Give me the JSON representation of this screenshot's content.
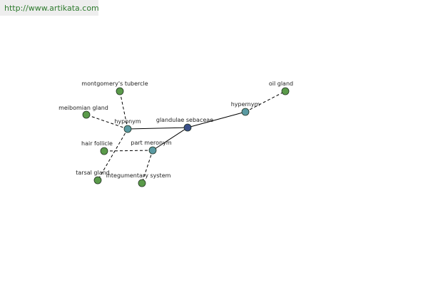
{
  "header": {
    "url": "http://www.artikata.com"
  },
  "colors": {
    "leaf": "#5a9a4a",
    "relation": "#5a9aa2",
    "center": "#3a4f8a",
    "stroke": "#223322",
    "edge": "#000000"
  },
  "nodes": {
    "center": {
      "label": "glandulae sebaceae",
      "kind": "center"
    },
    "hypernym": {
      "label": "hypernym",
      "kind": "relation"
    },
    "hyponym": {
      "label": "hyponym",
      "kind": "relation"
    },
    "part_meronym": {
      "label": "part meronym",
      "kind": "relation"
    },
    "oil_gland": {
      "label": "oil gland",
      "kind": "leaf"
    },
    "montgomerys_tubercle": {
      "label": "montgomery's tubercle",
      "kind": "leaf"
    },
    "meibomian_gland": {
      "label": "meibomian gland",
      "kind": "leaf"
    },
    "hair_follicle": {
      "label": "hair follicle",
      "kind": "leaf"
    },
    "tarsal_gland": {
      "label": "tarsal gland",
      "kind": "leaf"
    },
    "integumentary_system": {
      "label": "integumentary system",
      "kind": "leaf"
    }
  },
  "edges": [
    {
      "from": "center",
      "to": "hypernym",
      "style": "solid"
    },
    {
      "from": "center",
      "to": "hyponym",
      "style": "solid"
    },
    {
      "from": "center",
      "to": "part_meronym",
      "style": "solid"
    },
    {
      "from": "hypernym",
      "to": "oil_gland",
      "style": "dashed"
    },
    {
      "from": "hyponym",
      "to": "montgomerys_tubercle",
      "style": "dashed"
    },
    {
      "from": "hyponym",
      "to": "meibomian_gland",
      "style": "dashed"
    },
    {
      "from": "hyponym",
      "to": "tarsal_gland",
      "style": "dashed"
    },
    {
      "from": "part_meronym",
      "to": "hair_follicle",
      "style": "dashed"
    },
    {
      "from": "part_meronym",
      "to": "integumentary_system",
      "style": "dashed"
    }
  ]
}
